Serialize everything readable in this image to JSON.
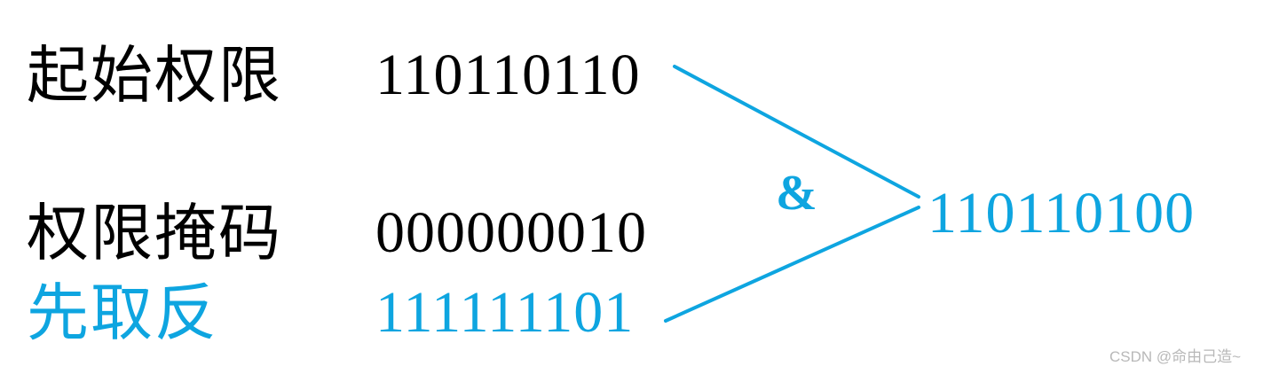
{
  "rows": {
    "initial": {
      "label": "起始权限",
      "bits": "110110110"
    },
    "mask": {
      "label": "权限掩码",
      "bits": "000000010"
    },
    "inverted": {
      "label": "先取反",
      "bits": "111111101"
    }
  },
  "operator": "&",
  "result": "110110100",
  "watermark": "CSDN @命由己造~",
  "colors": {
    "text": "#000000",
    "accent": "#0ea5e0",
    "watermark": "#b8b8b8"
  }
}
